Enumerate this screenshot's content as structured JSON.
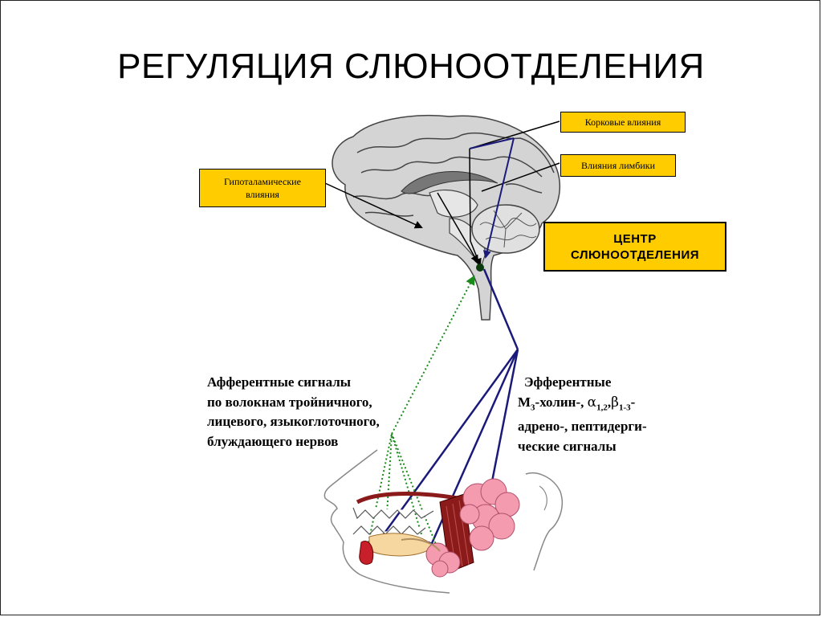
{
  "title": "РЕГУЛЯЦИЯ СЛЮНООТДЕЛЕНИЯ",
  "labels": {
    "cortical": "Корковые влияния",
    "limbic": "Влияния лимбики",
    "hypothalamic_line1": "Гипоталамические",
    "hypothalamic_line2": "влияния",
    "center_line1": "ЦЕНТР",
    "center_line2": "СЛЮНООТДЕЛЕНИЯ"
  },
  "afferent": {
    "lines": [
      "Афферентные сигналы",
      "по волокнам тройничного,",
      "лицевого, языкоглоточного,",
      "блуждающего нервов"
    ]
  },
  "efferent": {
    "line1": "Эфферентные",
    "line2_m": "М",
    "line2_m_sub": "3",
    "line2_text": "-холин-, ",
    "line2_alpha": "α",
    "line2_alpha_sub": "1,2",
    "line2_comma": ",",
    "line2_beta": "β",
    "line2_beta_sub": "1-3",
    "line2_end": "-",
    "line3": "адрено-, пептидерги-",
    "line4": "ческие сигналы"
  },
  "colors": {
    "box_fill": "#ffcc00",
    "efferent_arrow": "#1a1a7a",
    "afferent_arrow": "#1a8a1a",
    "brain": "#d4d4d4",
    "gland": "#f49bb0",
    "muscle": "#8b1a1a"
  },
  "icons": {
    "brain": "brain-sagittal-illustration",
    "head": "head-profile-outline",
    "glands": "salivary-glands-illustration"
  }
}
